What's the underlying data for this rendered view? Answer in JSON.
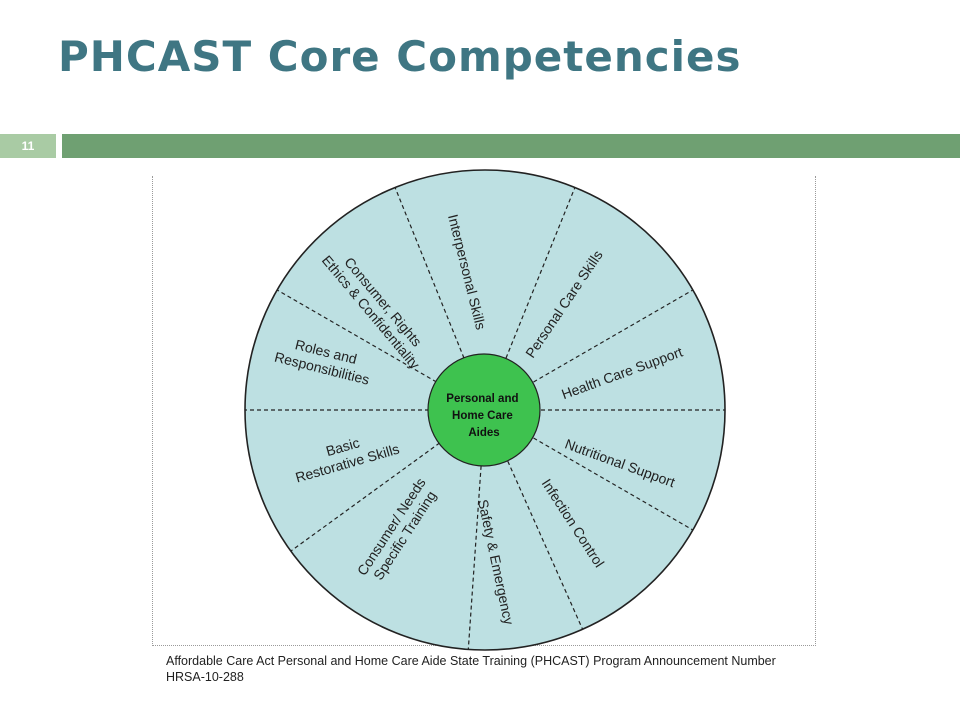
{
  "slide": {
    "title": "PHCAST Core Competencies",
    "number": "11",
    "caption": "Affordable Care Act Personal and Home Care Aide State Training (PHCAST) Program Announcement Number HRSA-10-288"
  },
  "diagram": {
    "center_lines": [
      "Personal and",
      "Home Care",
      "Aides"
    ],
    "segments": [
      {
        "lines": [
          "Interpersonal Skills"
        ]
      },
      {
        "lines": [
          "Personal Care Skills"
        ]
      },
      {
        "lines": [
          "Health Care Support"
        ]
      },
      {
        "lines": [
          "Nutritional Support"
        ]
      },
      {
        "lines": [
          "Infection Control"
        ]
      },
      {
        "lines": [
          "Safety & Emergency"
        ]
      },
      {
        "lines": [
          "Consumer/ Needs",
          "Specific Training"
        ]
      },
      {
        "lines": [
          "Basic",
          "Restorative Skills"
        ]
      },
      {
        "lines": [
          "Roles and",
          "Responsibilities"
        ]
      },
      {
        "lines": [
          "Consumer, Rights",
          "Ethics & Confidentiality"
        ]
      }
    ]
  },
  "colors": {
    "title": "#3f7683",
    "bar": "#6fa072",
    "bar_light": "#a9cba4",
    "wheel_fill": "#bde0e2",
    "center_fill": "#3ec24f"
  }
}
